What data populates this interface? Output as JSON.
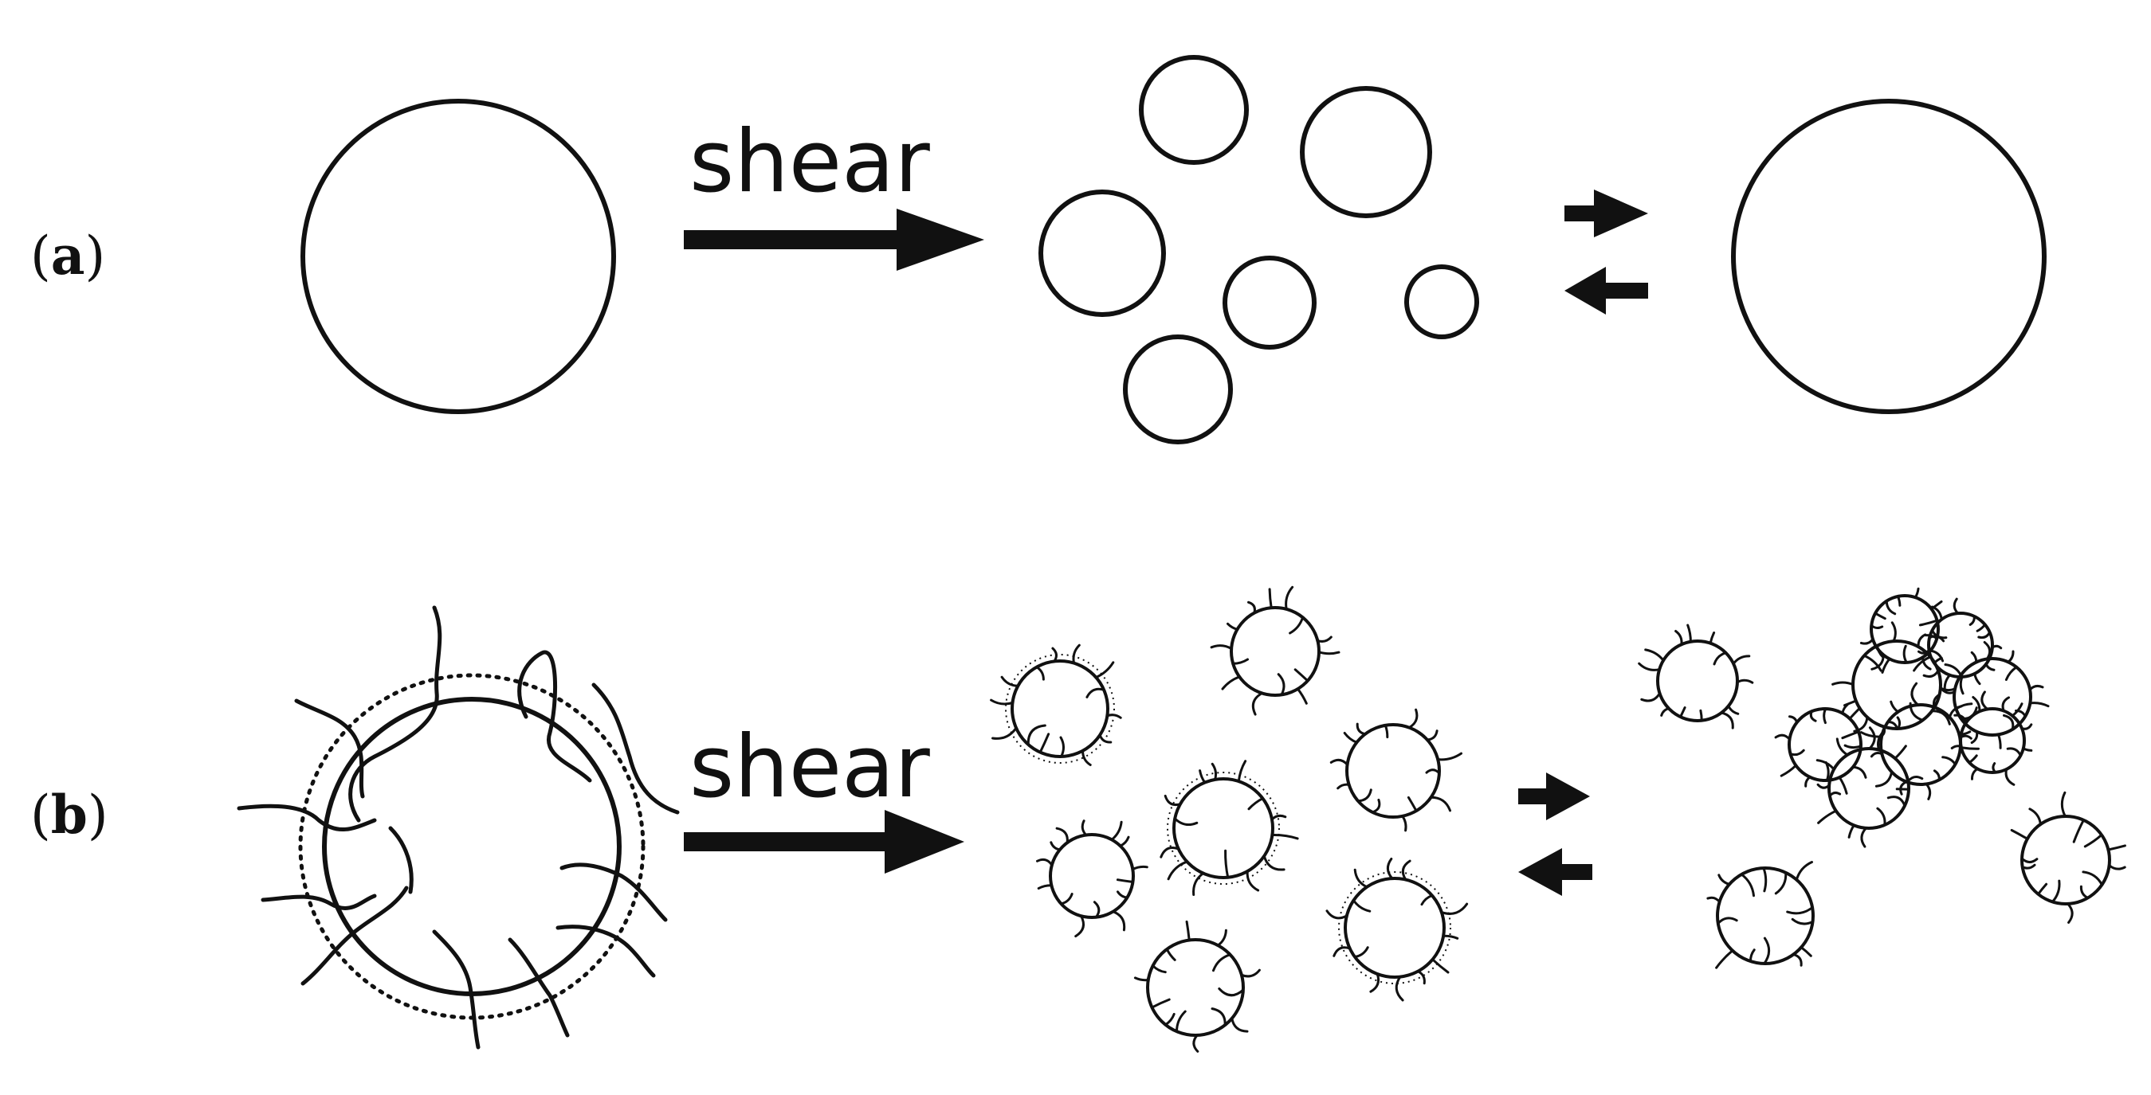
{
  "panels": {
    "a": {
      "label_open": "(",
      "label_letter": "a",
      "label_close": ")",
      "shear_label": "shear"
    },
    "b": {
      "label_open": "(",
      "label_letter": "b",
      "label_close": ")",
      "shear_label": "shear"
    }
  },
  "colors": {
    "ink": "#111111",
    "background": "#ffffff"
  }
}
